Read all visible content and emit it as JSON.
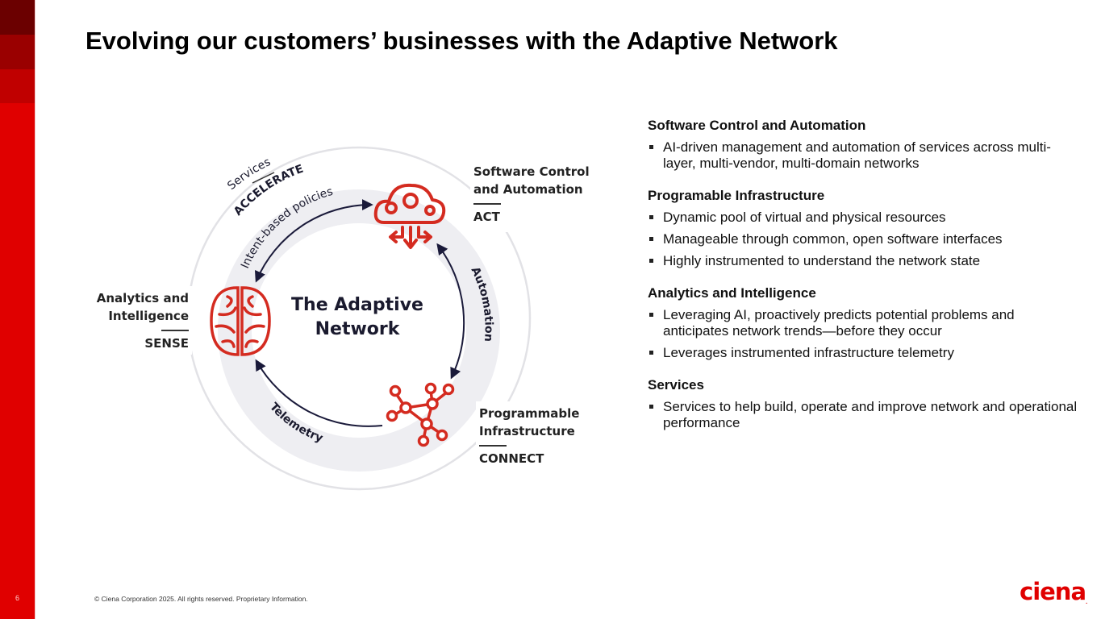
{
  "slide": {
    "title": "Evolving our customers’ businesses with the Adaptive Network",
    "page_number": "6",
    "footer": "© Ciena Corporation 2025. All rights reserved. Proprietary Information.",
    "logo_text": "ciena"
  },
  "colors": {
    "brand_red": "#e00000",
    "icon_red": "#d42b20",
    "arrow_navy": "#1a1a3a",
    "ring_gray": "#eeeef2"
  },
  "diagram": {
    "center_title_line1": "The Adaptive",
    "center_title_line2": "Network",
    "arcs": {
      "intent": "Intent-based policies",
      "automation": "Automation",
      "telemetry": "Telemetry"
    },
    "services": {
      "label": "Services",
      "verb": "ACCELERATE"
    },
    "nodes": [
      {
        "id": "act",
        "line1": "Software Control",
        "line2": "and Automation",
        "verb": "ACT",
        "icon": "cloud-gears-icon"
      },
      {
        "id": "sense",
        "line1": "Analytics and",
        "line2": "Intelligence",
        "verb": "SENSE",
        "icon": "brain-icon"
      },
      {
        "id": "connect",
        "line1": "Programmable",
        "line2": "Infrastructure",
        "verb": "CONNECT",
        "icon": "network-nodes-icon"
      }
    ]
  },
  "sections": [
    {
      "heading": "Software Control and Automation",
      "bullets": [
        "AI-driven management and automation of services across multi-layer, multi-vendor, multi-domain networks"
      ]
    },
    {
      "heading": "Programable Infrastructure",
      "bullets": [
        "Dynamic pool of virtual and physical resources",
        "Manageable through common, open software interfaces",
        "Highly instrumented to understand the network state"
      ]
    },
    {
      "heading": "Analytics and Intelligence",
      "bullets": [
        "Leveraging AI, proactively predicts potential problems and anticipates network trends—before they occur",
        "Leverages instrumented infrastructure telemetry"
      ]
    },
    {
      "heading": "Services",
      "bullets": [
        "Services to help build, operate and improve network and operational performance"
      ]
    }
  ]
}
